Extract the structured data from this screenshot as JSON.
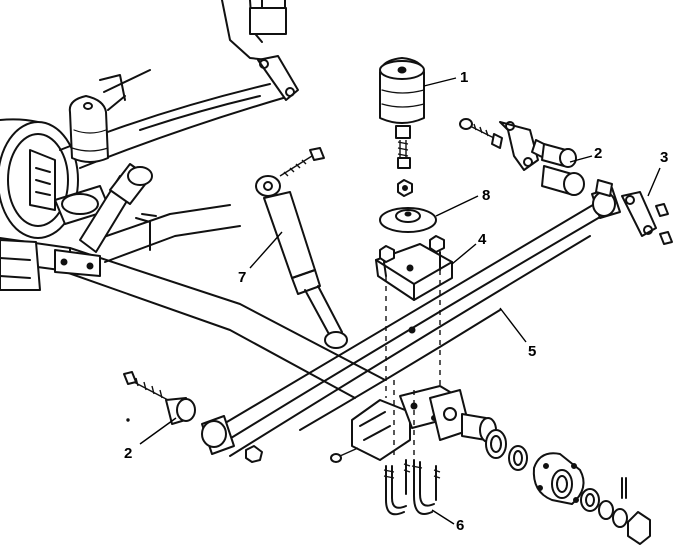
{
  "callouts": {
    "c1": "1",
    "c2a": "2",
    "c3": "3",
    "c4": "4",
    "c5": "5",
    "c6": "6",
    "c7": "7",
    "c8": "8",
    "c2b": "2"
  }
}
